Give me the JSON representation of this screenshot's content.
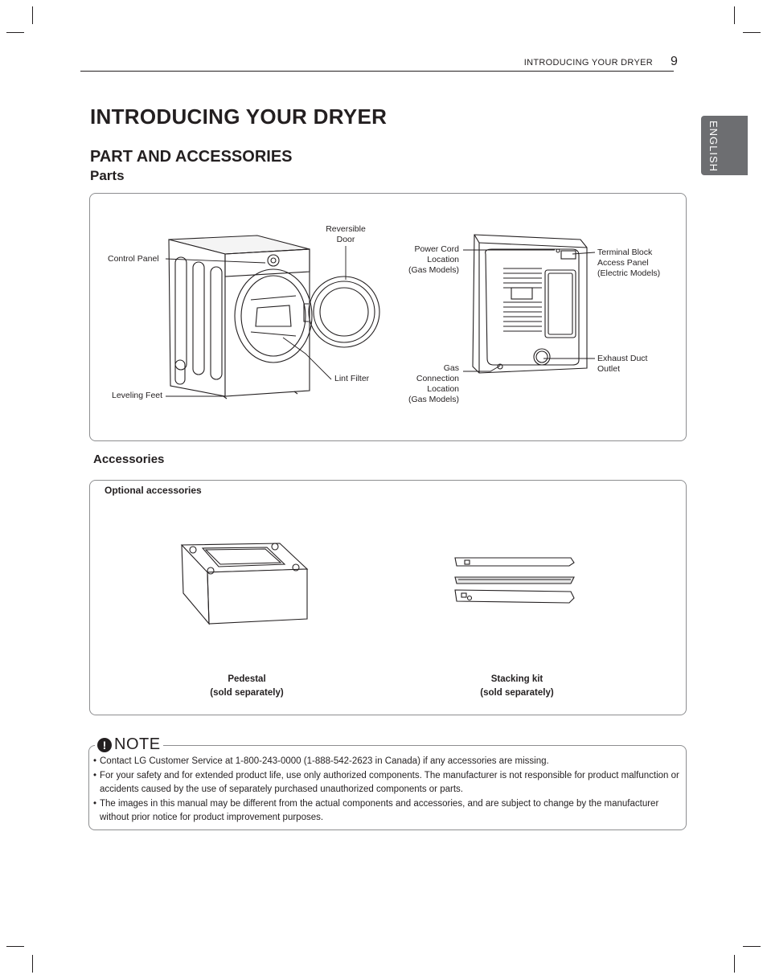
{
  "header": {
    "section": "INTRODUCING YOUR DRYER",
    "page_number": "9"
  },
  "language_tab": "ENGLISH",
  "title": "INTRODUCING YOUR DRYER",
  "section_title": "PART AND ACCESSORIES",
  "parts": {
    "heading": "Parts",
    "labels": {
      "control_panel": "Control Panel",
      "reversible_door": "Reversible\nDoor",
      "leveling_feet": "Leveling Feet",
      "lint_filter": "Lint Filter",
      "power_cord": "Power Cord\nLocation\n(Gas Models)",
      "gas_connection": "Gas\nConnection\nLocation\n(Gas Models)",
      "terminal_block": "Terminal Block\nAccess Panel\n(Electric Models)",
      "exhaust_duct": "Exhaust Duct\nOutlet"
    }
  },
  "accessories": {
    "heading": "Accessories",
    "optional_label": "Optional accessories",
    "pedestal": {
      "name": "Pedestal",
      "note": "(sold separately)"
    },
    "stacking_kit": {
      "name": "Stacking kit",
      "note": "(sold separately)"
    }
  },
  "note": {
    "title": "NOTE",
    "icon": "exclamation-icon",
    "items": [
      "Contact LG Customer Service at 1-800-243-0000 (1-888-542-2623 in Canada) if any accessories are missing.",
      "For your safety and for extended product life, use only authorized components. The manufacturer is not responsible for product malfunction or accidents caused by the use of separately purchased unauthorized components or parts.",
      "The images in this manual may be different from the actual components and accessories, and are subject to change by the manufacturer without prior notice for product improvement purposes."
    ]
  }
}
